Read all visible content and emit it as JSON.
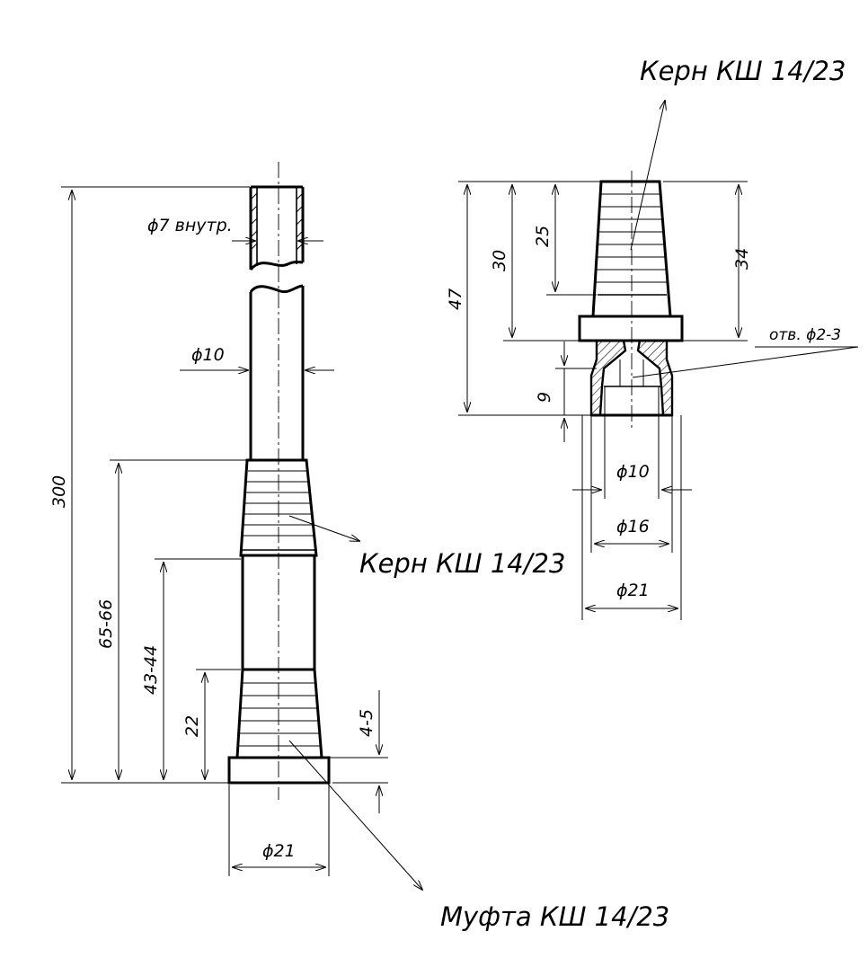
{
  "labels": {
    "kern_top": "Керн КШ 14/23",
    "kern_left": "Керн КШ 14/23",
    "mufta": "Муфта КШ 14/23",
    "otv": "отв. ϕ2-3"
  },
  "left_dims": {
    "d7_inner": "ϕ7 внутр.",
    "d10": "ϕ10",
    "len300": "300",
    "len65": "65-66",
    "len43": "43-44",
    "len22": "22",
    "len45": "4-5",
    "d21": "ϕ21"
  },
  "right_dims": {
    "h47": "47",
    "h30": "30",
    "h25": "25",
    "h34": "34",
    "h9": "9",
    "d10": "ϕ10",
    "d16": "ϕ16",
    "d21": "ϕ21"
  }
}
